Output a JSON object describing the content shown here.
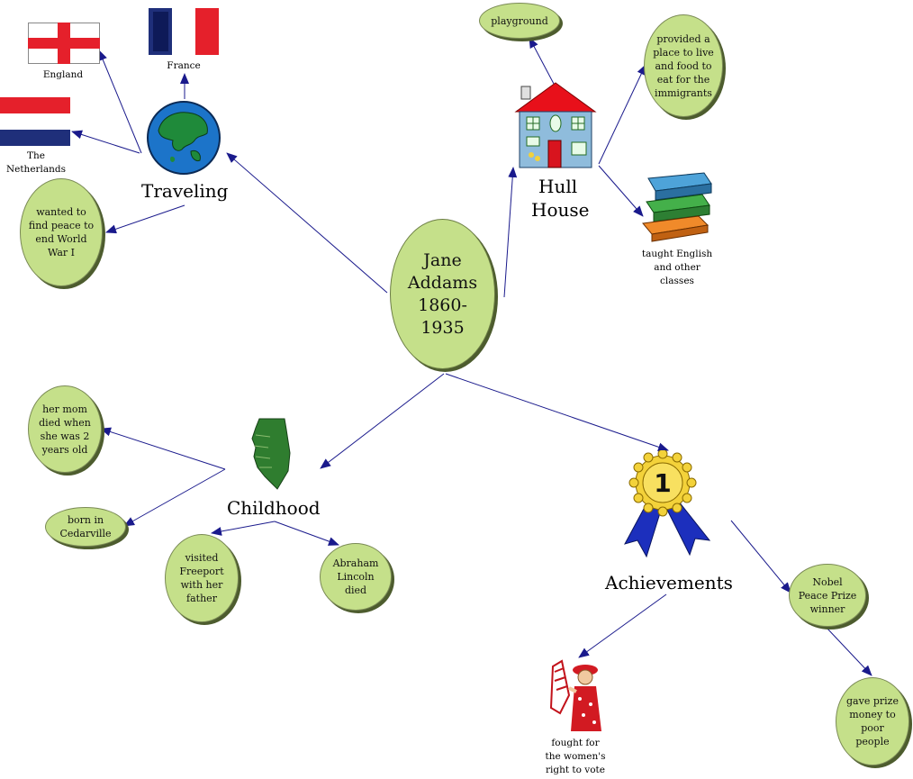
{
  "center": {
    "text_lines": [
      "Jane",
      "Addams",
      "1860-",
      "1935"
    ]
  },
  "branches": {
    "traveling": "Traveling",
    "hull_house_lines": [
      "Hull",
      "House"
    ],
    "childhood": "Childhood",
    "achievements": "Achievements"
  },
  "flags": {
    "england": "England",
    "france": "France",
    "netherlands": "The Netherlands"
  },
  "bubbles": {
    "peace": [
      "wanted to",
      "find peace to",
      "end World",
      "War I"
    ],
    "playground": [
      "playground"
    ],
    "place_to_live": [
      "provided a",
      "place to live",
      "and food to",
      "eat for the",
      "immigrants"
    ],
    "mom_died": [
      "her mom",
      "died when",
      "she was 2",
      "years old"
    ],
    "cedarville": [
      "born in",
      "Cedarville"
    ],
    "freeport": [
      "visited",
      "Freeport",
      "with her",
      "father"
    ],
    "lincoln": [
      "Abraham",
      "Lincoln",
      "died"
    ],
    "nobel": [
      "Nobel",
      "Peace Prize",
      "winner"
    ],
    "prize_money": [
      "gave prize",
      "money to",
      "poor",
      "people"
    ]
  },
  "captions": {
    "classes": [
      "taught English",
      "and other",
      "classes"
    ],
    "vote": [
      "fought for",
      "the women's",
      "right to vote"
    ]
  },
  "ribbon_number": "1",
  "colors": {
    "bubble": "#c5e08a",
    "arrow": "#1a1a8c",
    "roof": "#e8101a",
    "house": "#8fbcdc"
  }
}
